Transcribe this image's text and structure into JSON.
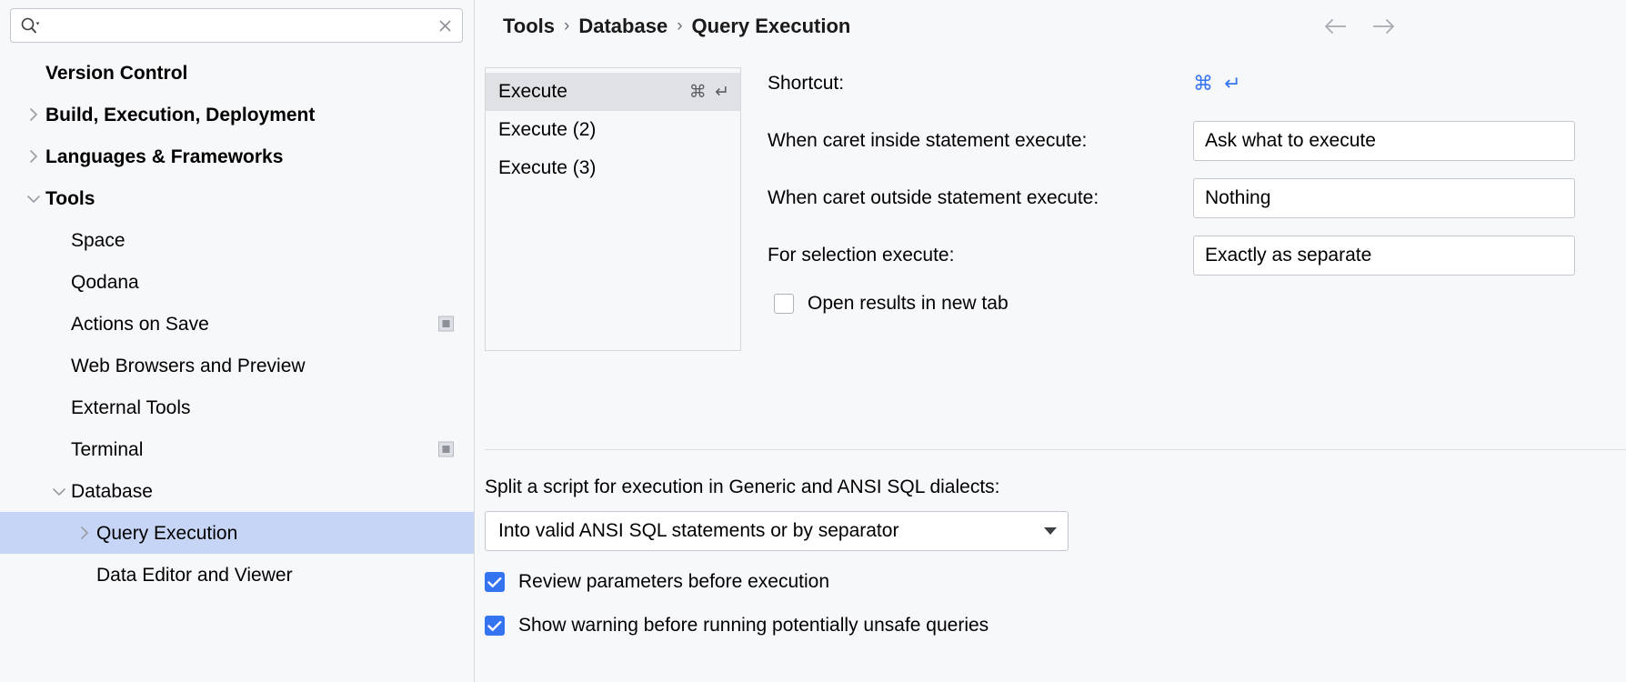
{
  "search": {
    "placeholder": "",
    "value": "",
    "icon": "search-icon",
    "clear_icon": "close-icon"
  },
  "sidebar": {
    "items": [
      {
        "label": "Version Control",
        "bold": true,
        "indent": 0,
        "twisty": "none",
        "selected": false,
        "badge": false
      },
      {
        "label": "Build, Execution, Deployment",
        "bold": true,
        "indent": 0,
        "twisty": "collapsed",
        "selected": false,
        "badge": false
      },
      {
        "label": "Languages & Frameworks",
        "bold": true,
        "indent": 0,
        "twisty": "collapsed",
        "selected": false,
        "badge": false
      },
      {
        "label": "Tools",
        "bold": true,
        "indent": 0,
        "twisty": "expanded",
        "selected": false,
        "badge": false
      },
      {
        "label": "Space",
        "bold": false,
        "indent": 1,
        "twisty": "none",
        "selected": false,
        "badge": false
      },
      {
        "label": "Qodana",
        "bold": false,
        "indent": 1,
        "twisty": "none",
        "selected": false,
        "badge": false
      },
      {
        "label": "Actions on Save",
        "bold": false,
        "indent": 1,
        "twisty": "none",
        "selected": false,
        "badge": true
      },
      {
        "label": "Web Browsers and Preview",
        "bold": false,
        "indent": 1,
        "twisty": "none",
        "selected": false,
        "badge": false
      },
      {
        "label": "External Tools",
        "bold": false,
        "indent": 1,
        "twisty": "none",
        "selected": false,
        "badge": false
      },
      {
        "label": "Terminal",
        "bold": false,
        "indent": 1,
        "twisty": "none",
        "selected": false,
        "badge": true
      },
      {
        "label": "Database",
        "bold": false,
        "indent": 1,
        "twisty": "expanded",
        "selected": false,
        "badge": false
      },
      {
        "label": "Query Execution",
        "bold": false,
        "indent": 2,
        "twisty": "collapsed",
        "selected": true,
        "badge": false
      },
      {
        "label": "Data Editor and Viewer",
        "bold": false,
        "indent": 2,
        "twisty": "none",
        "selected": false,
        "badge": false
      }
    ]
  },
  "breadcrumb": {
    "separator": "›",
    "items": [
      "Tools",
      "Database",
      "Query Execution"
    ],
    "back_icon": "arrow-left-icon",
    "forward_icon": "arrow-right-icon"
  },
  "shortcut_list": {
    "rows": [
      {
        "label": "Execute",
        "kbd": "⌘ ↵",
        "selected": true
      },
      {
        "label": "Execute (2)",
        "kbd": "",
        "selected": false
      },
      {
        "label": "Execute (3)",
        "kbd": "",
        "selected": false
      }
    ]
  },
  "form": {
    "shortcut_label": "Shortcut:",
    "shortcut_value": "⌘ ↵",
    "shortcut_color": "#3574F0",
    "caret_inside_label": "When caret inside statement execute:",
    "caret_inside_value": "Ask what to execute",
    "caret_outside_label": "When caret outside statement execute:",
    "caret_outside_value": "Nothing",
    "for_selection_label": "For selection execute:",
    "for_selection_value": "Exactly as separate",
    "open_results_label": "Open results in new tab",
    "open_results_checked": false
  },
  "bottom": {
    "split_title": "Split a script for execution in Generic and ANSI SQL dialects:",
    "split_value": "Into valid ANSI SQL statements or by separator",
    "review_params_label": "Review parameters before execution",
    "review_params_checked": true,
    "show_warning_label": "Show warning before running potentially unsafe queries",
    "show_warning_checked": true
  },
  "colors": {
    "accent": "#3574F0",
    "selection": "#C6D4F5",
    "list_selection": "#DFE1E5",
    "background": "#F7F8FA"
  }
}
